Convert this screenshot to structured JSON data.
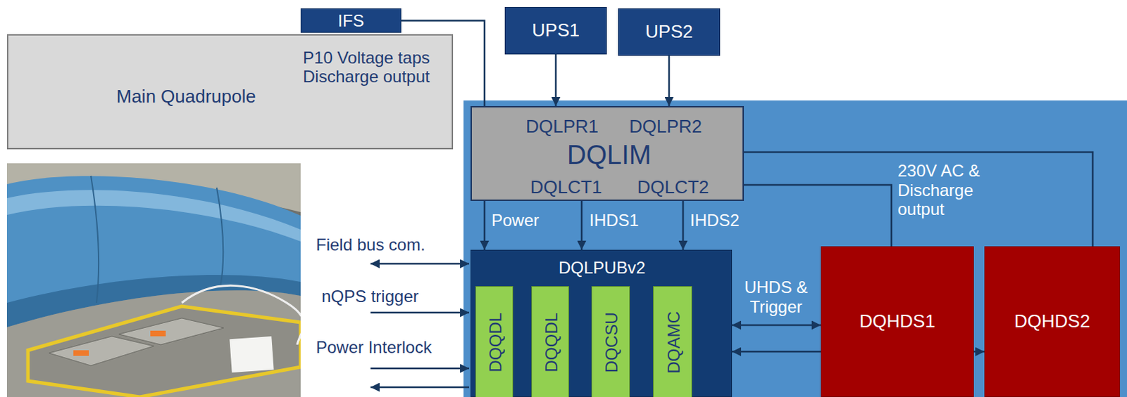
{
  "diagram": {
    "nodes": [
      {
        "text": [
          "IFS"
        ]
      },
      {
        "text": [
          "UPS1"
        ]
      },
      {
        "text": [
          "UPS2"
        ]
      },
      {
        "text": [
          "Main Quadrupole",
          "P10 Voltage taps Discharge output"
        ]
      },
      {
        "text": [
          "DQLPR1",
          "DQLPR2",
          "DQLIM",
          "DQLCT1",
          "DQLCT2"
        ]
      },
      {
        "text": [
          "DQLPUBv2"
        ]
      },
      {
        "text": [
          "DQQDL"
        ],
        "in": 5
      },
      {
        "text": [
          "DQQDL"
        ],
        "in": 5
      },
      {
        "text": [
          "DQCSU"
        ],
        "in": 5
      },
      {
        "text": [
          "DQAMC"
        ],
        "in": 5
      },
      {
        "text": [
          "DQHDS1"
        ]
      },
      {
        "text": [
          "DQHDS2"
        ]
      }
    ],
    "edges": [
      {
        "from": 0,
        "to": 4,
        "arrow": "none"
      },
      {
        "from": 1,
        "to": 4,
        "arrow": "to"
      },
      {
        "from": 2,
        "to": 4,
        "arrow": "to"
      },
      {
        "from": 4,
        "to": 5,
        "arrow": "to",
        "label": "Power"
      },
      {
        "from": 4,
        "to": 5,
        "arrow": "to",
        "label": "IHDS1"
      },
      {
        "from": 4,
        "to": 5,
        "arrow": "to",
        "label": "IHDS2"
      },
      {
        "from": 4,
        "to": 11,
        "arrow": "none"
      },
      {
        "from": 4,
        "to": 10,
        "arrow": "none"
      },
      {
        "from": 5,
        "to": 10,
        "arrow": "both",
        "label": "UHDS & Trigger"
      },
      {
        "from": 10,
        "to": 5,
        "arrow": "to"
      },
      {
        "from": 10,
        "to": 11,
        "arrow": "to"
      }
    ],
    "labels": [
      "Field bus com.",
      "nQPS trigger",
      "Power Interlock",
      "230V AC & Discharge output"
    ]
  }
}
